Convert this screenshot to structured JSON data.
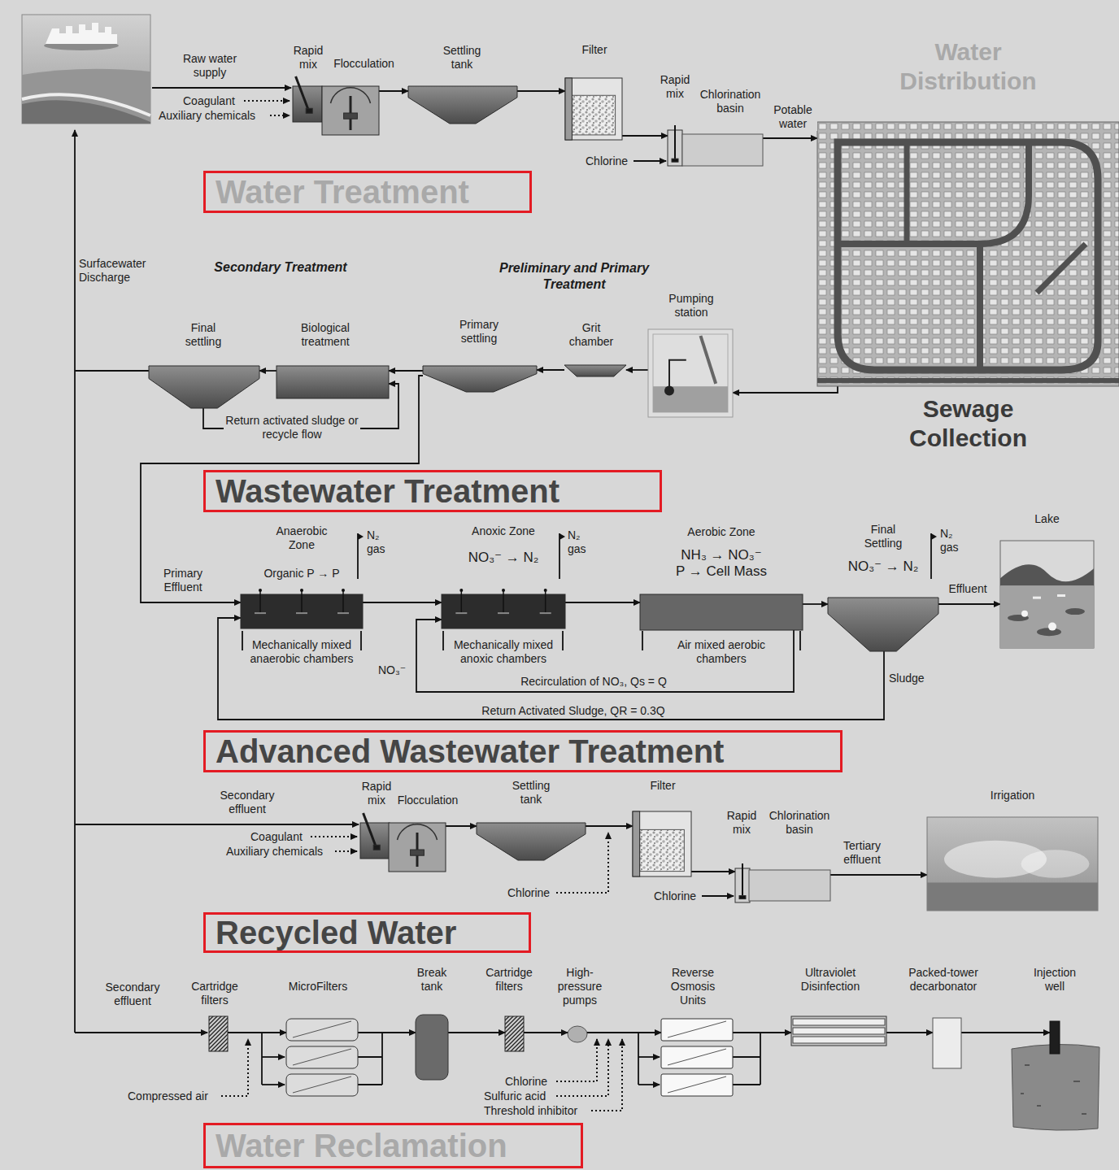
{
  "diagram": {
    "nodes": [
      {
        "text": [
          "Rapid mix"
        ]
      },
      {
        "text": [
          "Flocculation"
        ]
      },
      {
        "text": [
          "Settling tank"
        ]
      },
      {
        "text": [
          "Filter"
        ]
      },
      {
        "text": [
          "Rapid mix"
        ]
      },
      {
        "text": [
          "Chlorination basin"
        ]
      },
      {
        "text": [
          "Water Distribution",
          "Sewage Collection"
        ]
      },
      {
        "text": [
          "Water Treatment"
        ]
      },
      {
        "text": [
          "Final settling"
        ]
      },
      {
        "text": [
          "Biological treatment"
        ]
      },
      {
        "text": [
          "Primary settling"
        ]
      },
      {
        "text": [
          "Grit chamber"
        ]
      },
      {
        "text": [
          "Pumping station"
        ]
      },
      {
        "text": [
          "Wastewater Treatment"
        ]
      },
      {
        "text": [
          "Anaerobic Zone",
          "Organic P → P",
          "Mechanically mixed anaerobic chambers"
        ]
      },
      {
        "text": [
          "Anoxic Zone",
          "NO₃⁻ → N₂",
          "Mechanically mixed anoxic chambers"
        ]
      },
      {
        "text": [
          "Aerobic Zone",
          "NH₃ → NO₃⁻",
          "P → Cell Mass",
          "Air mixed aerobic chambers"
        ]
      },
      {
        "text": [
          "Final Settling",
          "NO₃⁻ → N₂"
        ]
      },
      {
        "text": [
          "Lake"
        ]
      },
      {
        "text": [
          "Advanced Wastewater Treatment"
        ]
      },
      {
        "text": [
          "Rapid mix"
        ]
      },
      {
        "text": [
          "Flocculation"
        ]
      },
      {
        "text": [
          "Settling tank"
        ]
      },
      {
        "text": [
          "Filter"
        ]
      },
      {
        "text": [
          "Rapid mix"
        ]
      },
      {
        "text": [
          "Chlorination basin"
        ]
      },
      {
        "text": [
          "Irrigation"
        ]
      },
      {
        "text": [
          "Recycled Water"
        ]
      },
      {
        "text": [
          "Cartridge filters"
        ]
      },
      {
        "text": [
          "MicroFilters"
        ]
      },
      {
        "text": [
          "Break tank"
        ]
      },
      {
        "text": [
          "Cartridge filters"
        ]
      },
      {
        "text": [
          "High-pressure pumps"
        ]
      },
      {
        "text": [
          "Reverse Osmosis Units"
        ]
      },
      {
        "text": [
          "Ultraviolet Disinfection"
        ]
      },
      {
        "text": [
          "Packed-tower decarbonator"
        ]
      },
      {
        "text": [
          "Injection well"
        ]
      },
      {
        "text": [
          "Water Reclamation"
        ]
      }
    ],
    "edges": [
      {
        "from": 1,
        "to": 2,
        "arrow": "to"
      },
      {
        "from": 2,
        "to": 3,
        "arrow": "to"
      },
      {
        "from": 3,
        "to": 4,
        "arrow": "to"
      },
      {
        "from": 5,
        "to": 6,
        "arrow": "to",
        "label": "Potable water"
      },
      {
        "from": 6,
        "to": 12,
        "arrow": "to"
      },
      {
        "from": 12,
        "to": 11,
        "arrow": "to"
      },
      {
        "from": 11,
        "to": 10,
        "arrow": "to"
      },
      {
        "from": 10,
        "to": 9,
        "arrow": "to"
      },
      {
        "from": 9,
        "to": 8,
        "arrow": "to"
      },
      {
        "from": 8,
        "to": 9,
        "arrow": "to",
        "label": "Return activated sludge or recycle flow"
      },
      {
        "from": 10,
        "to": 14,
        "arrow": "to",
        "label": "Primary Effluent"
      },
      {
        "from": 14,
        "to": 15,
        "arrow": "to"
      },
      {
        "from": 15,
        "to": 16,
        "arrow": "to"
      },
      {
        "from": 16,
        "to": 17,
        "arrow": "to"
      },
      {
        "from": 17,
        "to": 18,
        "arrow": "to",
        "label": "Effluent"
      },
      {
        "from": 16,
        "to": 15,
        "arrow": "to",
        "label": "Recirculation of NO₃, Qs = Q"
      },
      {
        "from": 17,
        "to": 14,
        "arrow": "to",
        "label": "Return Activated Sludge, QR = 0.3Q"
      },
      {
        "from": 21,
        "to": 22,
        "arrow": "to"
      },
      {
        "from": 22,
        "to": 23,
        "arrow": "to"
      },
      {
        "from": 23,
        "to": 24,
        "arrow": "to"
      },
      {
        "from": 25,
        "to": 26,
        "arrow": "to",
        "label": "Tertiary effluent"
      },
      {
        "from": 28,
        "to": 29,
        "arrow": "to"
      },
      {
        "from": 29,
        "to": 30,
        "arrow": "to"
      },
      {
        "from": 30,
        "to": 31,
        "arrow": "to"
      },
      {
        "from": 31,
        "to": 32,
        "arrow": "to"
      },
      {
        "from": 32,
        "to": 33,
        "arrow": "to"
      },
      {
        "from": 33,
        "to": 34,
        "arrow": "to"
      },
      {
        "from": 34,
        "to": 35,
        "arrow": "to"
      },
      {
        "from": 35,
        "to": 36,
        "arrow": "to"
      }
    ],
    "labels": [
      "Raw water supply",
      "Coagulant",
      "Auxiliary chemicals",
      "Chlorine",
      "Surfacewater Discharge",
      "Secondary Treatment",
      "Preliminary and Primary Treatment",
      "N₂ gas",
      "N₂ gas",
      "NO₃⁻",
      "N₂ gas",
      "Sludge",
      "Secondary effluent",
      "Coagulant",
      "Auxiliary chemicals",
      "Chlorine",
      "Chlorine",
      "Secondary effluent",
      "Compressed air",
      "Chlorine",
      "Sulfuric acid",
      "Threshold inhibitor"
    ]
  }
}
